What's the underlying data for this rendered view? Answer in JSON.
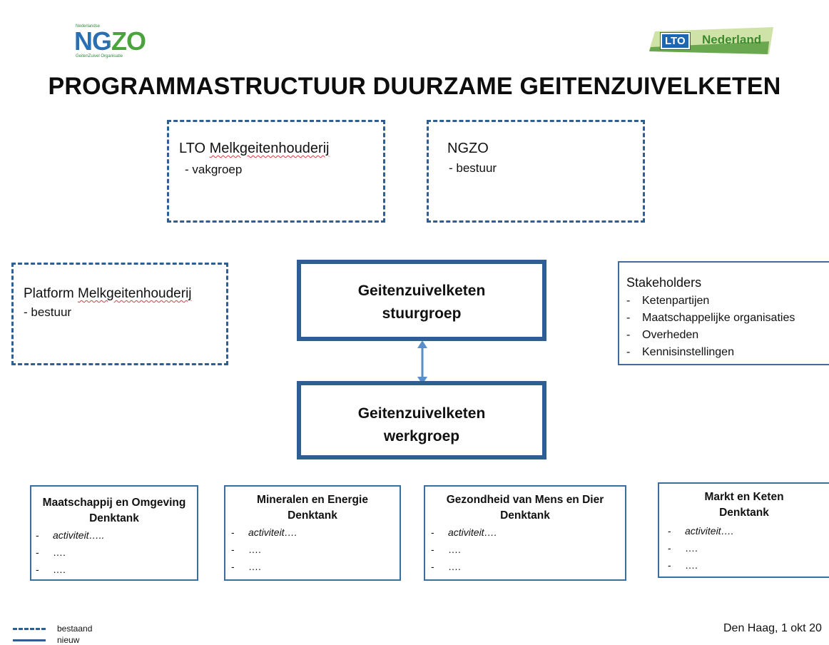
{
  "logos": {
    "ngzo": {
      "top_small": "Nederlandse",
      "word": "NGZO",
      "bottom_small": "GeitenZuivel Organisatie"
    },
    "lto": {
      "badge": "LTO",
      "word": "Nederland"
    }
  },
  "title": "PROGRAMMASTRUCTUUR DUURZAME GEITENZUIVELKETEN",
  "boxes": {
    "lto_melkgeit": {
      "name_prefix": "LTO ",
      "name_main": "Melkgeitenhouderij",
      "sub": "- vakgroep"
    },
    "ngzo": {
      "name": "NGZO",
      "sub": "- bestuur"
    },
    "platform": {
      "name_prefix": "Platform ",
      "name_main": "Melkgeitenhouderij",
      "sub": "- bestuur"
    },
    "stuurgroep": {
      "line1": "Geitenzuivelketen",
      "line2": "stuurgroep"
    },
    "werkgroep": {
      "line1": "Geitenzuivelketen",
      "line2": "werkgroep"
    },
    "stakeholders": {
      "title": "Stakeholders",
      "items": [
        "Ketenpartijen",
        "Maatschappelijke organisaties",
        "Overheden",
        "Kennisinstellingen"
      ]
    }
  },
  "denktanks": [
    {
      "line1": "Maatschappij en Omgeving",
      "line2": "Denktank",
      "items": [
        "activiteit…..",
        "….",
        "…."
      ]
    },
    {
      "line1": "Mineralen en Energie",
      "line2": "Denktank",
      "items": [
        "activiteit….",
        "….",
        "…."
      ]
    },
    {
      "line1": "Gezondheid van Mens en Dier",
      "line2": "Denktank",
      "items": [
        "activiteit….",
        "….",
        "…."
      ]
    },
    {
      "line1": "Markt en Keten",
      "line2": "Denktank",
      "items": [
        "activiteit….",
        "….",
        "…."
      ]
    }
  ],
  "legend": {
    "dashed": "bestaand",
    "solid": "nieuw"
  },
  "footer": {
    "date": "Den Haag, 1 okt 20"
  },
  "colors": {
    "box_border": "#2f5f92",
    "arrow": "#5b8fc9",
    "lto_blue": "#1e66b0",
    "lto_green": "#3b8a2e",
    "ngzo_green": "#4aa33c"
  }
}
